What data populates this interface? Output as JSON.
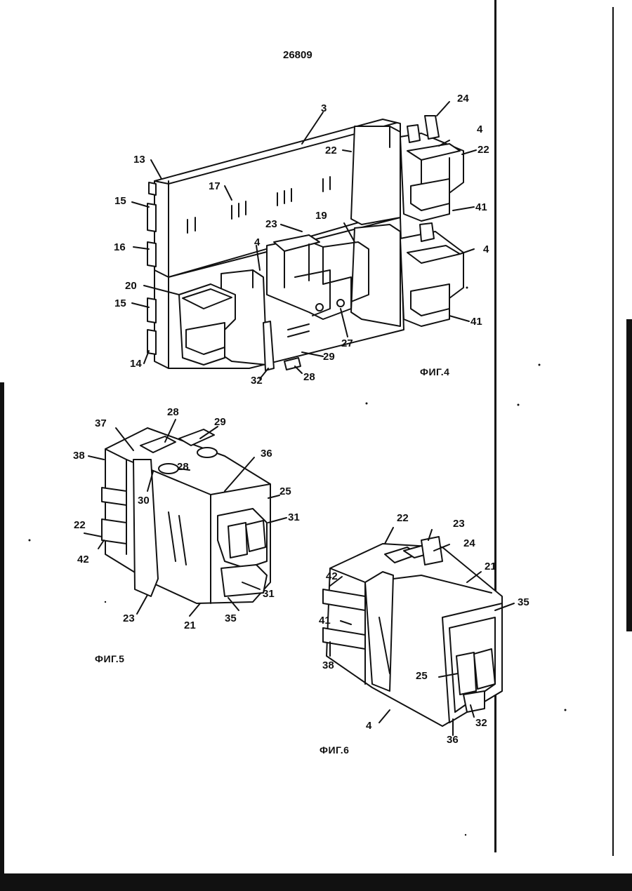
{
  "document_number": "26809",
  "figures": [
    {
      "caption": "ФИГ.4",
      "labels": [
        {
          "id": "f4-3",
          "text": "3"
        },
        {
          "id": "f4-24",
          "text": "24"
        },
        {
          "id": "f4-4a",
          "text": "4"
        },
        {
          "id": "f4-22a",
          "text": "22"
        },
        {
          "id": "f4-22b",
          "text": "22"
        },
        {
          "id": "f4-13",
          "text": "13"
        },
        {
          "id": "f4-17",
          "text": "17"
        },
        {
          "id": "f4-15a",
          "text": "15"
        },
        {
          "id": "f4-41a",
          "text": "41"
        },
        {
          "id": "f4-23",
          "text": "23"
        },
        {
          "id": "f4-19",
          "text": "19"
        },
        {
          "id": "f4-16",
          "text": "16"
        },
        {
          "id": "f4-4b",
          "text": "4"
        },
        {
          "id": "f4-4c",
          "text": "4"
        },
        {
          "id": "f4-20",
          "text": "20"
        },
        {
          "id": "f4-15b",
          "text": "15"
        },
        {
          "id": "f4-41b",
          "text": "41"
        },
        {
          "id": "f4-27",
          "text": "27"
        },
        {
          "id": "f4-14",
          "text": "14"
        },
        {
          "id": "f4-29",
          "text": "29"
        },
        {
          "id": "f4-32",
          "text": "32"
        },
        {
          "id": "f4-28",
          "text": "28"
        }
      ]
    },
    {
      "caption": "ФИГ.5",
      "labels": [
        {
          "id": "f5-28a",
          "text": "28"
        },
        {
          "id": "f5-29",
          "text": "29"
        },
        {
          "id": "f5-37",
          "text": "37"
        },
        {
          "id": "f5-38",
          "text": "38"
        },
        {
          "id": "f5-28b",
          "text": "28"
        },
        {
          "id": "f5-36",
          "text": "36"
        },
        {
          "id": "f5-30",
          "text": "30"
        },
        {
          "id": "f5-25",
          "text": "25"
        },
        {
          "id": "f5-31a",
          "text": "31"
        },
        {
          "id": "f5-22",
          "text": "22"
        },
        {
          "id": "f5-42",
          "text": "42"
        },
        {
          "id": "f5-31b",
          "text": "31"
        },
        {
          "id": "f5-23",
          "text": "23"
        },
        {
          "id": "f5-35",
          "text": "35"
        },
        {
          "id": "f5-21",
          "text": "21"
        }
      ]
    },
    {
      "caption": "ФИГ.6",
      "labels": [
        {
          "id": "f6-22",
          "text": "22"
        },
        {
          "id": "f6-23",
          "text": "23"
        },
        {
          "id": "f6-24",
          "text": "24"
        },
        {
          "id": "f6-21",
          "text": "21"
        },
        {
          "id": "f6-42",
          "text": "42"
        },
        {
          "id": "f6-35",
          "text": "35"
        },
        {
          "id": "f6-41",
          "text": "41"
        },
        {
          "id": "f6-38",
          "text": "38"
        },
        {
          "id": "f6-25",
          "text": "25"
        },
        {
          "id": "f6-4",
          "text": "4"
        },
        {
          "id": "f6-32",
          "text": "32"
        },
        {
          "id": "f6-36",
          "text": "36"
        }
      ]
    }
  ]
}
